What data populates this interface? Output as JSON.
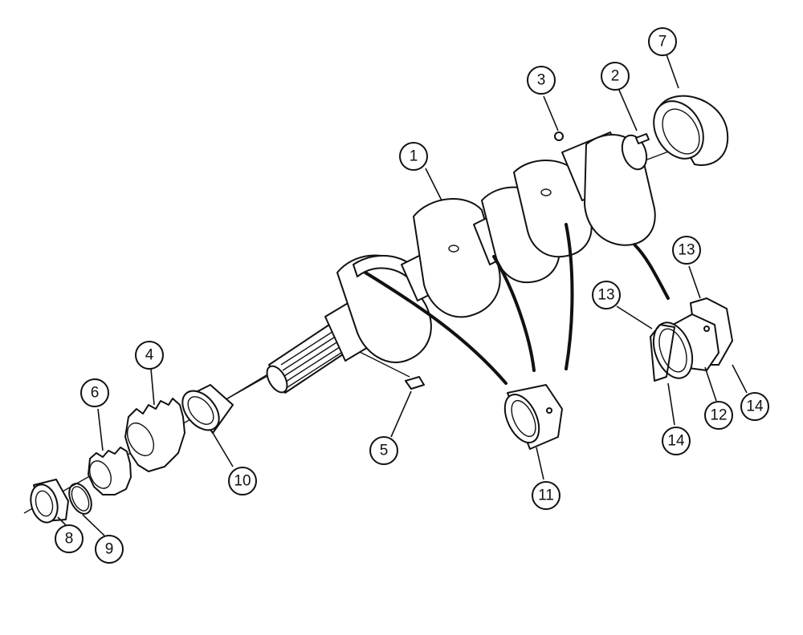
{
  "diagram": {
    "callouts": [
      {
        "id": "1",
        "label": "1"
      },
      {
        "id": "2",
        "label": "2"
      },
      {
        "id": "3",
        "label": "3"
      },
      {
        "id": "4",
        "label": "4"
      },
      {
        "id": "5",
        "label": "5"
      },
      {
        "id": "6",
        "label": "6"
      },
      {
        "id": "7",
        "label": "7"
      },
      {
        "id": "8",
        "label": "8"
      },
      {
        "id": "9",
        "label": "9"
      },
      {
        "id": "10",
        "label": "10"
      },
      {
        "id": "11",
        "label": "11"
      },
      {
        "id": "12",
        "label": "12"
      },
      {
        "id": "13a",
        "label": "13"
      },
      {
        "id": "13b",
        "label": "13"
      },
      {
        "id": "14a",
        "label": "14"
      },
      {
        "id": "14b",
        "label": "14"
      }
    ]
  }
}
